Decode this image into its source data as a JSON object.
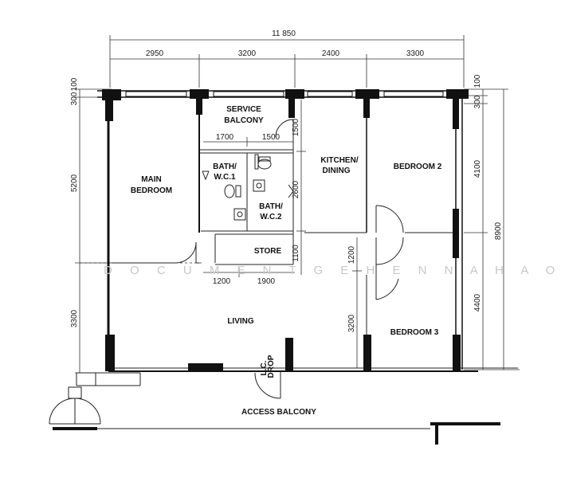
{
  "rooms": {
    "service_balcony": [
      "SERVICE",
      "BALCONY"
    ],
    "main_bedroom": [
      "MAIN",
      "BEDROOM"
    ],
    "bath_wc1": [
      "BATH/",
      "W.C.1"
    ],
    "bath_wc2": [
      "BATH/",
      "W.C.2"
    ],
    "kitchen_dining": [
      "KITCHEN/",
      "DINING"
    ],
    "bedroom2": "BEDROOM 2",
    "store": "STORE",
    "living": "LIVING",
    "bedroom3": "BEDROOM 3",
    "access_balcony": "ACCESS BALCONY",
    "lc_drop": [
      "L.C.",
      "DROP"
    ]
  },
  "dimensions": {
    "overall_width": "11 850",
    "top": [
      "2950",
      "3200",
      "2400",
      "3300"
    ],
    "left": [
      "300",
      "100",
      "5200",
      "3300"
    ],
    "right_outer": "8900",
    "right_inner": [
      "100",
      "300",
      "4100",
      "4400"
    ],
    "bath_widths": [
      "1700",
      "1500"
    ],
    "kitchen_heights": [
      "1500",
      "2600",
      "1100"
    ],
    "store_widths": [
      "1200",
      "1900"
    ],
    "corridor": [
      "1200",
      "3200"
    ]
  },
  "watermark": "D O C U M E N T    G E H E N N A    H A O"
}
